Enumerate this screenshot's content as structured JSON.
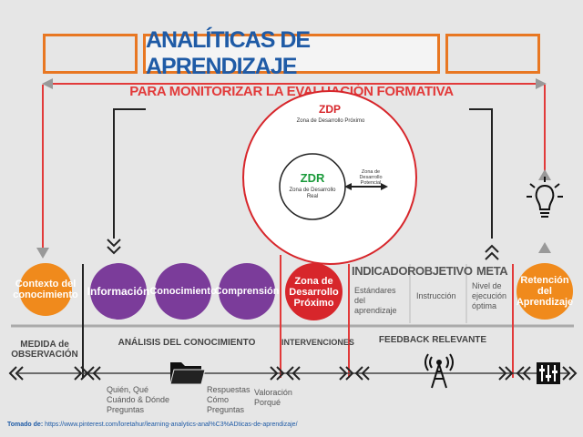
{
  "header": {
    "title": "ANALÍTICAS DE APRENDIZAJE",
    "subtitle": "PARA MONITORIZAR LA EVALUACIÓN FORMATIVA"
  },
  "zones": {
    "zdp_label": "ZDP",
    "zdp_text": "Zona de Desarrollo Próximo",
    "zdr_label": "ZDR",
    "zdr_text": "Zona de Desarrollo Real",
    "potential_text": "Zona de Desarrollo Potencial"
  },
  "circles": [
    {
      "label": "Contexto del conocimiento"
    },
    {
      "label": "Información"
    },
    {
      "label": "Conocimiento"
    },
    {
      "label": "Comprensión"
    },
    {
      "label": "Zona de Desarrollo Próximo"
    },
    {
      "label": "Retención del Aprendizaje"
    }
  ],
  "columns": {
    "indicador": {
      "title": "INDICADOR",
      "text": "Estándares del aprendizaje"
    },
    "objetivo": {
      "title": "OBJETIVO",
      "text": "Instrucción"
    },
    "meta": {
      "title": "META",
      "text": "Nivel de ejecución óptima"
    }
  },
  "sections": {
    "medida": "MEDIDA de OBSERVACIÓN",
    "analisis": "ANÁLISIS DEL CONOCIMIENTO",
    "intervenciones": "INTERVENCIONES",
    "feedback": "FEEDBACK RELEVANTE"
  },
  "questions": {
    "q1": "Quién, Qué Cuándo & Dónde Preguntas",
    "q2": "Respuestas Cómo Preguntas",
    "q3": "Valoración Porqué"
  },
  "footer": {
    "label": "Tomado de:",
    "url": "https://www.pinterest.com/loretahur/learning-analytics-anal%C3%ADticas-de-aprendizaje/"
  },
  "colors": {
    "orange": "#f08a1c",
    "purple": "#7b3c9a",
    "red": "#d7262b",
    "blue": "#1f5ba6",
    "green": "#1a9a3a"
  },
  "icons": [
    "folder-icon",
    "antenna-icon",
    "lightbulb-icon",
    "equalizer-icon",
    "chevron-double-icon",
    "arrow-icon"
  ]
}
